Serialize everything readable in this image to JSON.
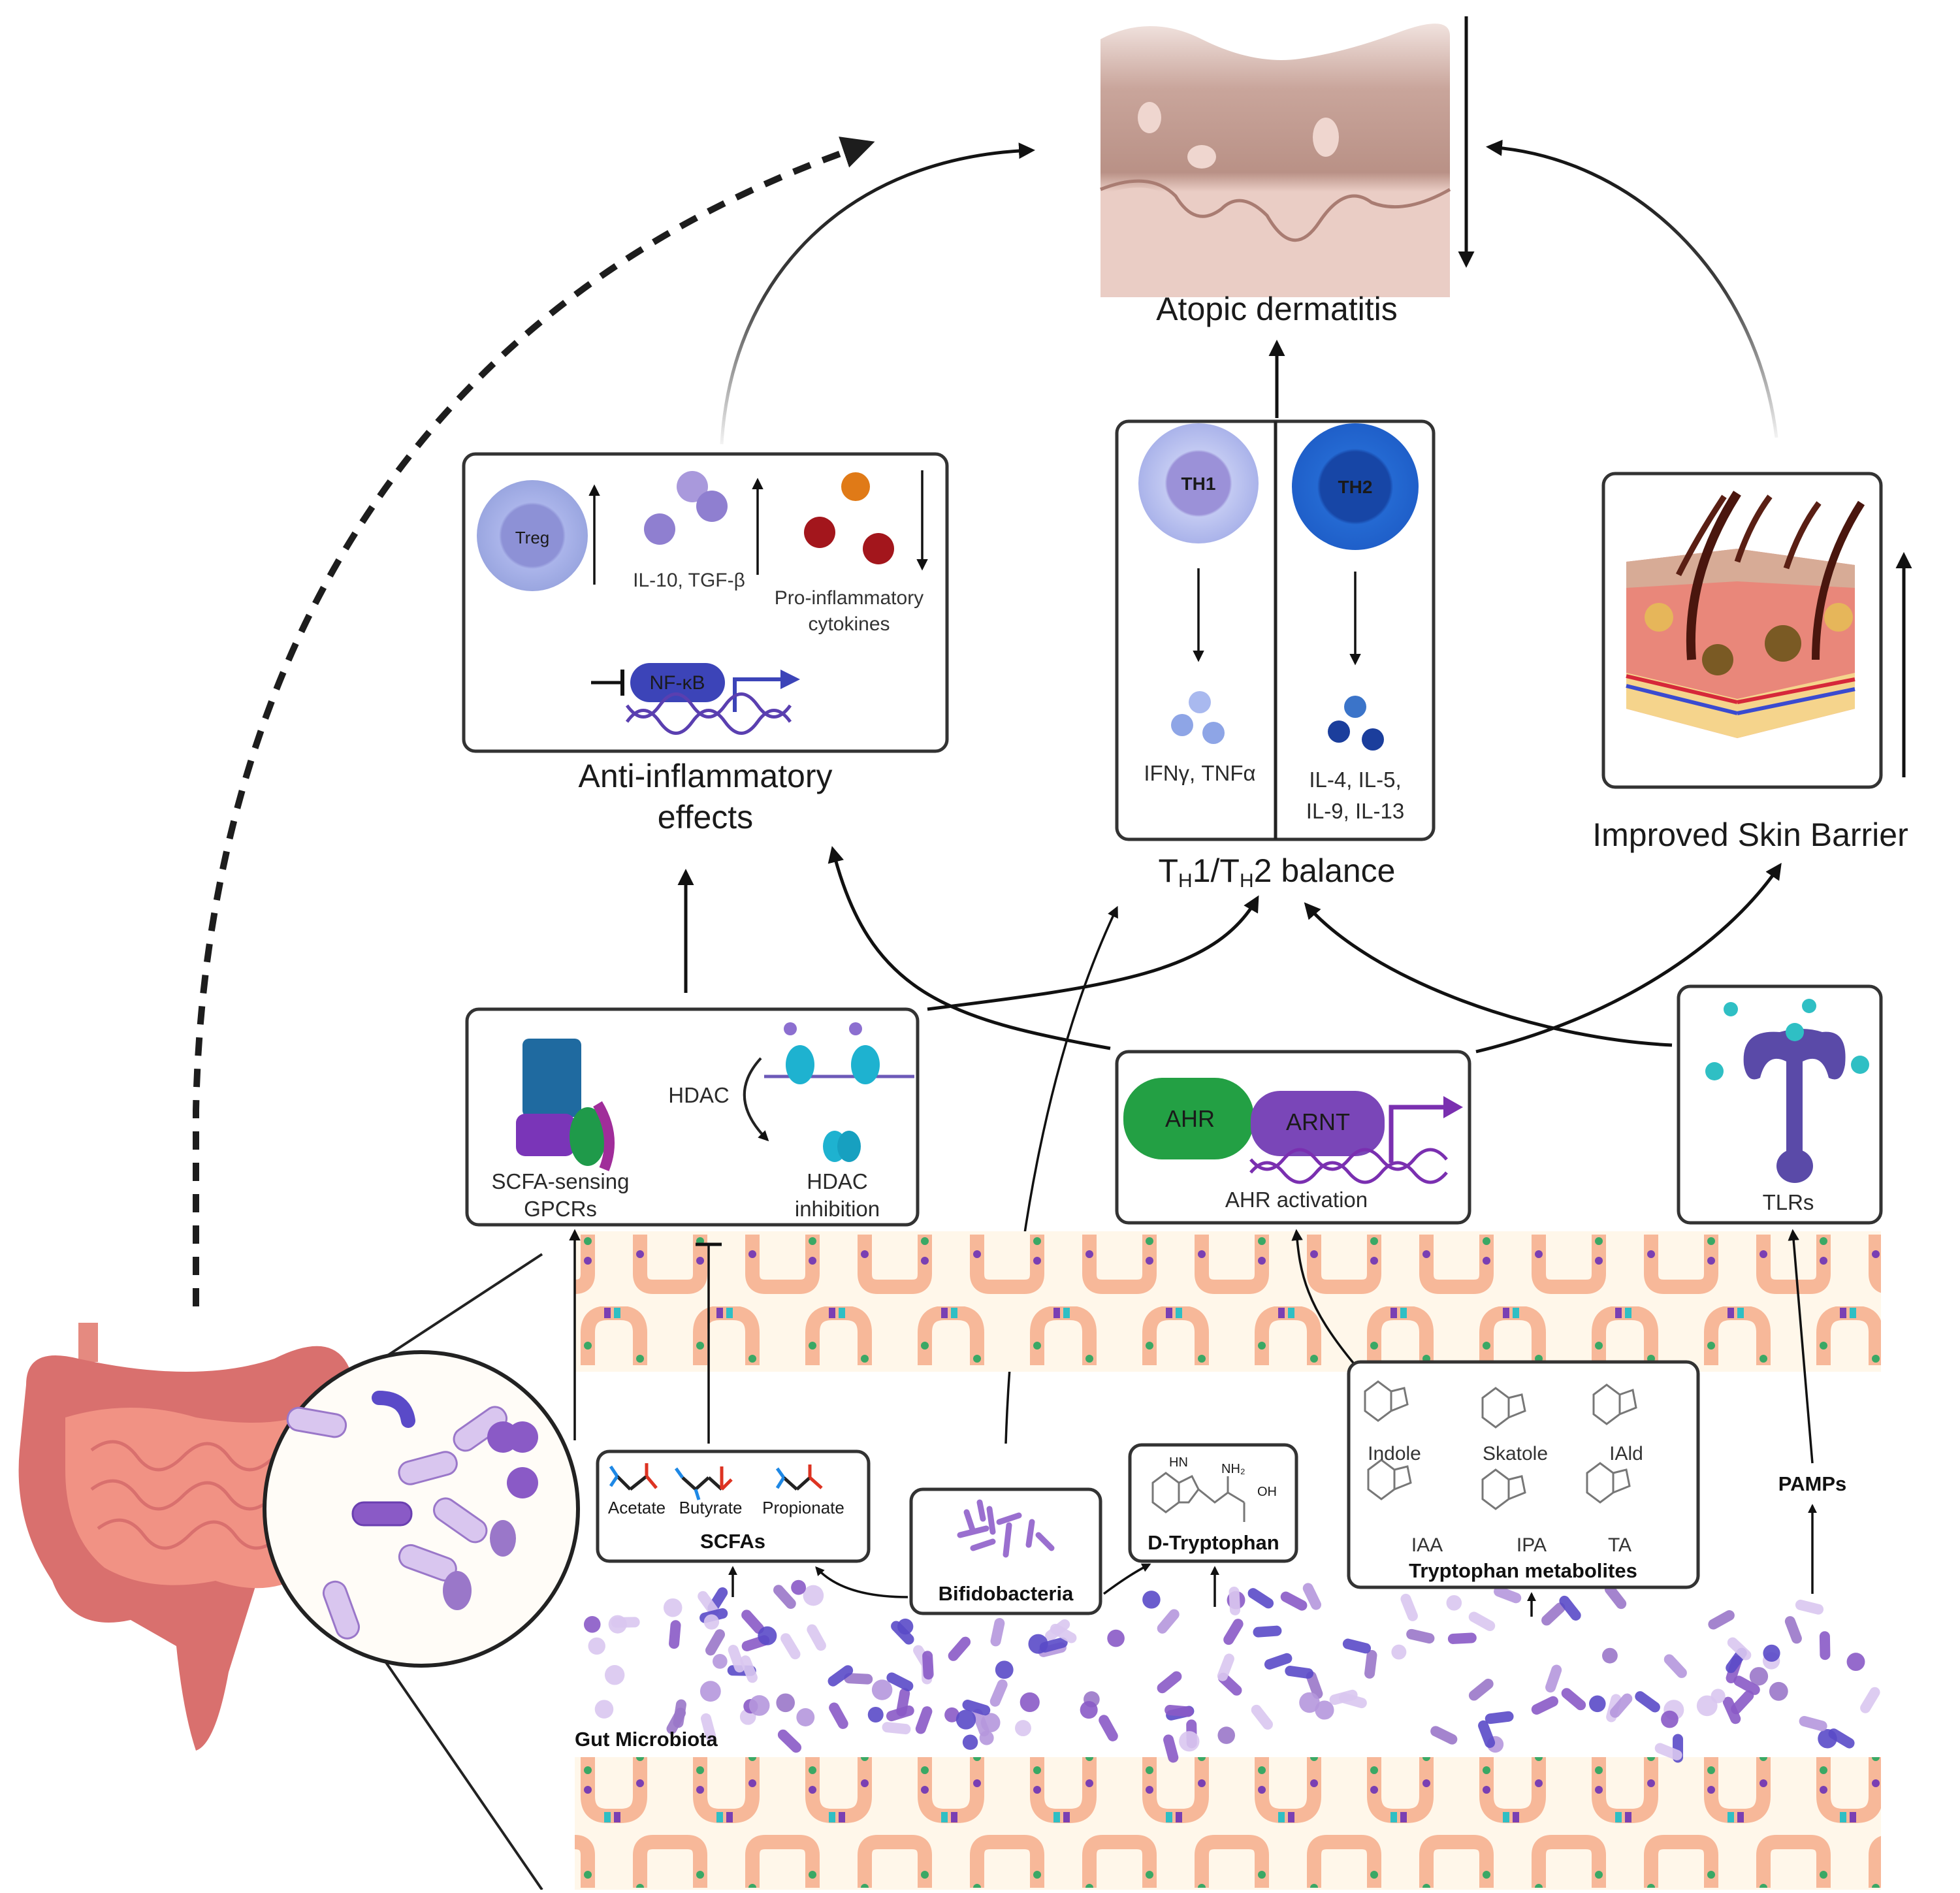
{
  "figure": {
    "skin_disease": {
      "label": "Atopic dermatitis",
      "icon": "skin-section-icon"
    },
    "anti_inflammatory": {
      "title_line1": "Anti-inflammatory",
      "title_line2": "effects",
      "treg_label": "Treg",
      "treg_direction": "up",
      "il10_label": "IL-10, TGF-β",
      "il10_direction": "up",
      "proinflam_line1": "Pro-inflammatory",
      "proinflam_line2": "cytokines",
      "proinflam_direction": "down",
      "nfkb_label": "NF-κB"
    },
    "th_balance": {
      "title": "TH1/TH2 balance",
      "title_parts": {
        "t1": "T",
        "h1": "H",
        "mid": "1/T",
        "h2": "H",
        "end": "2 balance"
      },
      "th1": {
        "cell_label": "TH1",
        "cytokines": "IFNγ, TNFα"
      },
      "th2": {
        "cell_label": "TH2",
        "cytokines_line1": "IL-4, IL-5,",
        "cytokines_line2": "IL-9, IL-13"
      }
    },
    "skin_barrier": {
      "label": "Improved Skin Barrier",
      "direction": "up",
      "icon": "skin-layers-icon"
    },
    "scfa_mechanisms": {
      "gpcr_line1": "SCFA-sensing",
      "gpcr_line2": "GPCRs",
      "hdac_label": "HDAC",
      "hdac_inhib_line1": "HDAC",
      "hdac_inhib_line2": "inhibition"
    },
    "ahr": {
      "ahr_label": "AHR",
      "arnt_label": "ARNT",
      "caption": "AHR activation"
    },
    "tlr": {
      "caption": "TLRs"
    },
    "scfas": {
      "title": "SCFAs",
      "molecules": [
        "Acetate",
        "Butyrate",
        "Propionate"
      ]
    },
    "bifidobacteria": {
      "label": "Bifidobacteria"
    },
    "d_tryptophan": {
      "label": "D-Tryptophan",
      "group_nh": "HN",
      "group_nh2": "NH₂",
      "group_oh": "OH"
    },
    "tryptophan_metabolites": {
      "title": "Tryptophan metabolites",
      "row1": [
        "Indole",
        "Skatole",
        "IAld"
      ],
      "row2": [
        "IAA",
        "IPA",
        "TA"
      ]
    },
    "pamps": {
      "label": "PAMPs"
    },
    "gut": {
      "label": "Gut Microbiota"
    }
  },
  "colors": {
    "treg": "#9aa6e0",
    "il10": "#8f7fd0",
    "proinflam_red": "#a3161c",
    "proinflam_orange": "#e07a17",
    "nfkb": "#3c44b8",
    "th1": "#a9b4ec",
    "th2": "#1f5fc9",
    "ahr": "#23a044",
    "arnt": "#7a46b8",
    "tlr": "#5a4aa8",
    "pamp_dot": "#2fbfc4",
    "gut_tissue": "#f7b899",
    "lumen": "#fff7ea",
    "intestine": "#d9706e",
    "skin_ad": "#e8c9c0"
  }
}
